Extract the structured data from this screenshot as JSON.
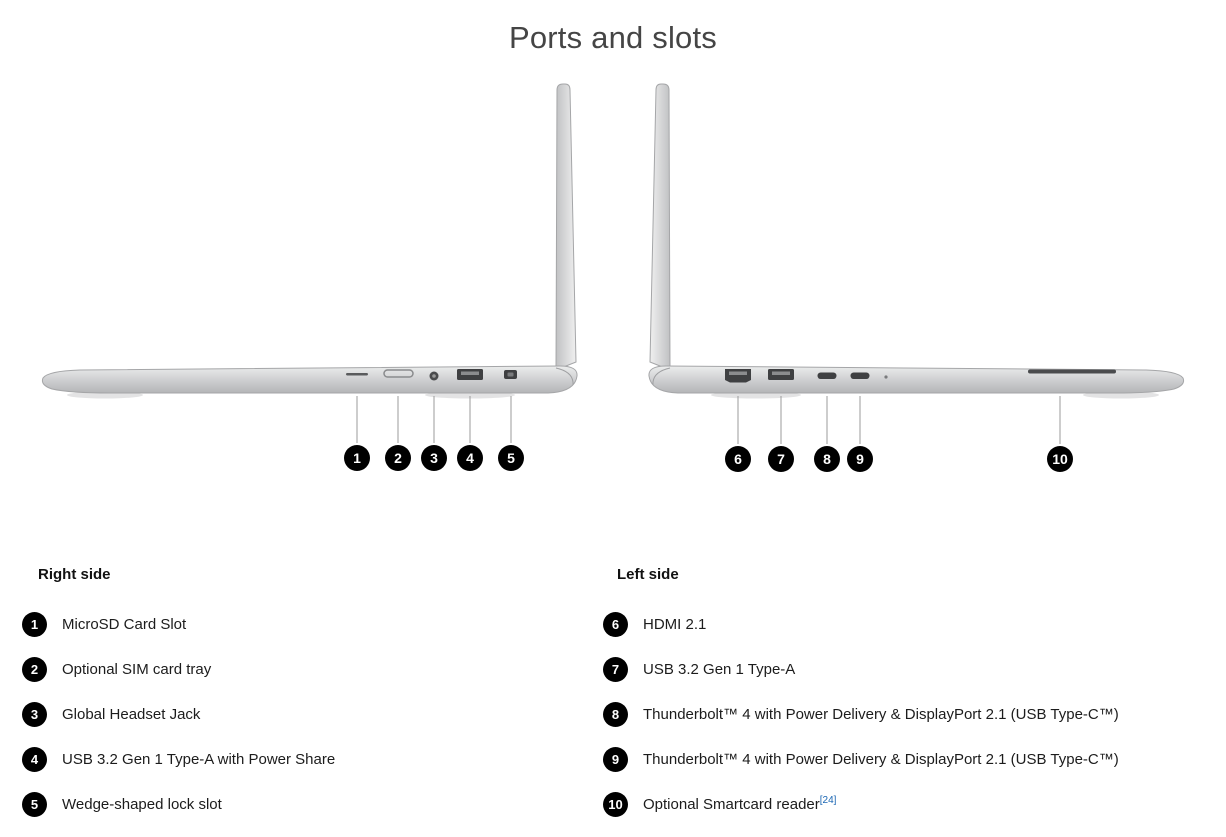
{
  "page": {
    "title": "Ports and slots"
  },
  "colors": {
    "callout_bg": "#000000",
    "callout_text": "#ffffff",
    "footnote_link": "#1a66b3",
    "laptop_silver": "#d2d3d5",
    "port_dark": "#3f4042"
  },
  "diagram": {
    "right_view": {
      "callouts": [
        "1",
        "2",
        "3",
        "4",
        "5"
      ],
      "ports": [
        "microsd-slot",
        "sim-card-tray",
        "headset-jack",
        "usb-a-port",
        "lock-slot"
      ]
    },
    "left_view": {
      "callouts": [
        "6",
        "7",
        "8",
        "9",
        "10"
      ],
      "ports": [
        "hdmi-port",
        "usb-a-port",
        "usb-c-port",
        "usb-c-port",
        "smartcard-slot"
      ]
    }
  },
  "legend": {
    "right": {
      "heading": "Right side",
      "items": [
        {
          "num": "1",
          "label": "MicroSD Card Slot"
        },
        {
          "num": "2",
          "label": "Optional SIM card tray"
        },
        {
          "num": "3",
          "label": "Global Headset Jack"
        },
        {
          "num": "4",
          "label": "USB 3.2 Gen 1 Type-A with Power Share"
        },
        {
          "num": "5",
          "label": "Wedge-shaped lock slot"
        }
      ]
    },
    "left": {
      "heading": "Left side",
      "items": [
        {
          "num": "6",
          "label": "HDMI 2.1"
        },
        {
          "num": "7",
          "label": "USB 3.2 Gen 1 Type-A"
        },
        {
          "num": "8",
          "label": "Thunderbolt™ 4 with Power Delivery & DisplayPort 2.1 (USB Type-C™)"
        },
        {
          "num": "9",
          "label": "Thunderbolt™ 4 with Power Delivery & DisplayPort 2.1 (USB Type-C™)"
        },
        {
          "num": "10",
          "label": "Optional Smartcard reader",
          "sup": "[24]"
        }
      ]
    }
  }
}
